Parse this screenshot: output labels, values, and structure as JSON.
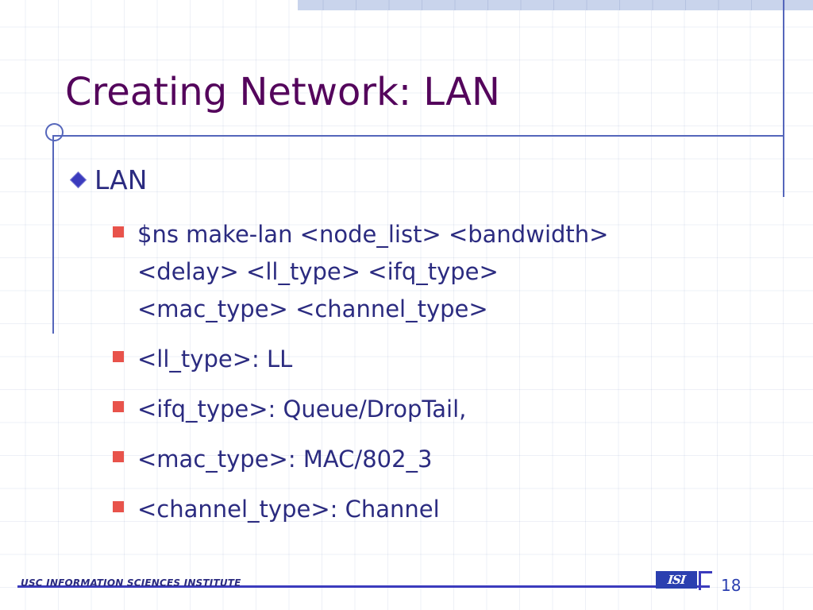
{
  "slide": {
    "title": "Creating Network: LAN",
    "bullets": [
      {
        "level": 1,
        "text": "LAN"
      }
    ],
    "sub_bullets": [
      "$ns make-lan <node_list> <bandwidth>\n<delay> <ll_type> <ifq_type>\n<mac_type> <channel_type>",
      "<ll_type>: LL",
      "<ifq_type>: Queue/DropTail,",
      "<mac_type>: MAC/802_3",
      "<channel_type>: Channel"
    ]
  },
  "footer": {
    "organization": "USC  INFORMATION SCIENCES INSTITUTE",
    "logo_text": "ISI",
    "slide_number": "18"
  },
  "colors": {
    "title": "#54055c",
    "body_text": "#2b2b80",
    "level1_marker": "#3b3bbd",
    "level2_marker": "#e8534b",
    "rule": "#5566bb",
    "footer_accent": "#3b3bbd",
    "top_band": "#c9d4ec"
  }
}
